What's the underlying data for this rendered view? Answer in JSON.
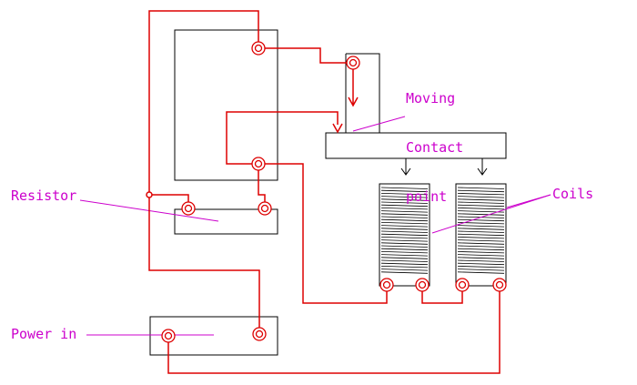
{
  "labels": {
    "moving_contact": [
      "Moving",
      "Contact",
      "point"
    ],
    "resistor": "Resistor",
    "coils": "Coils",
    "power_in": "Power in"
  },
  "colors": {
    "wire": "#dd0000",
    "label": "#cc00cc",
    "outline": "#000000",
    "background": "#ffffff"
  }
}
